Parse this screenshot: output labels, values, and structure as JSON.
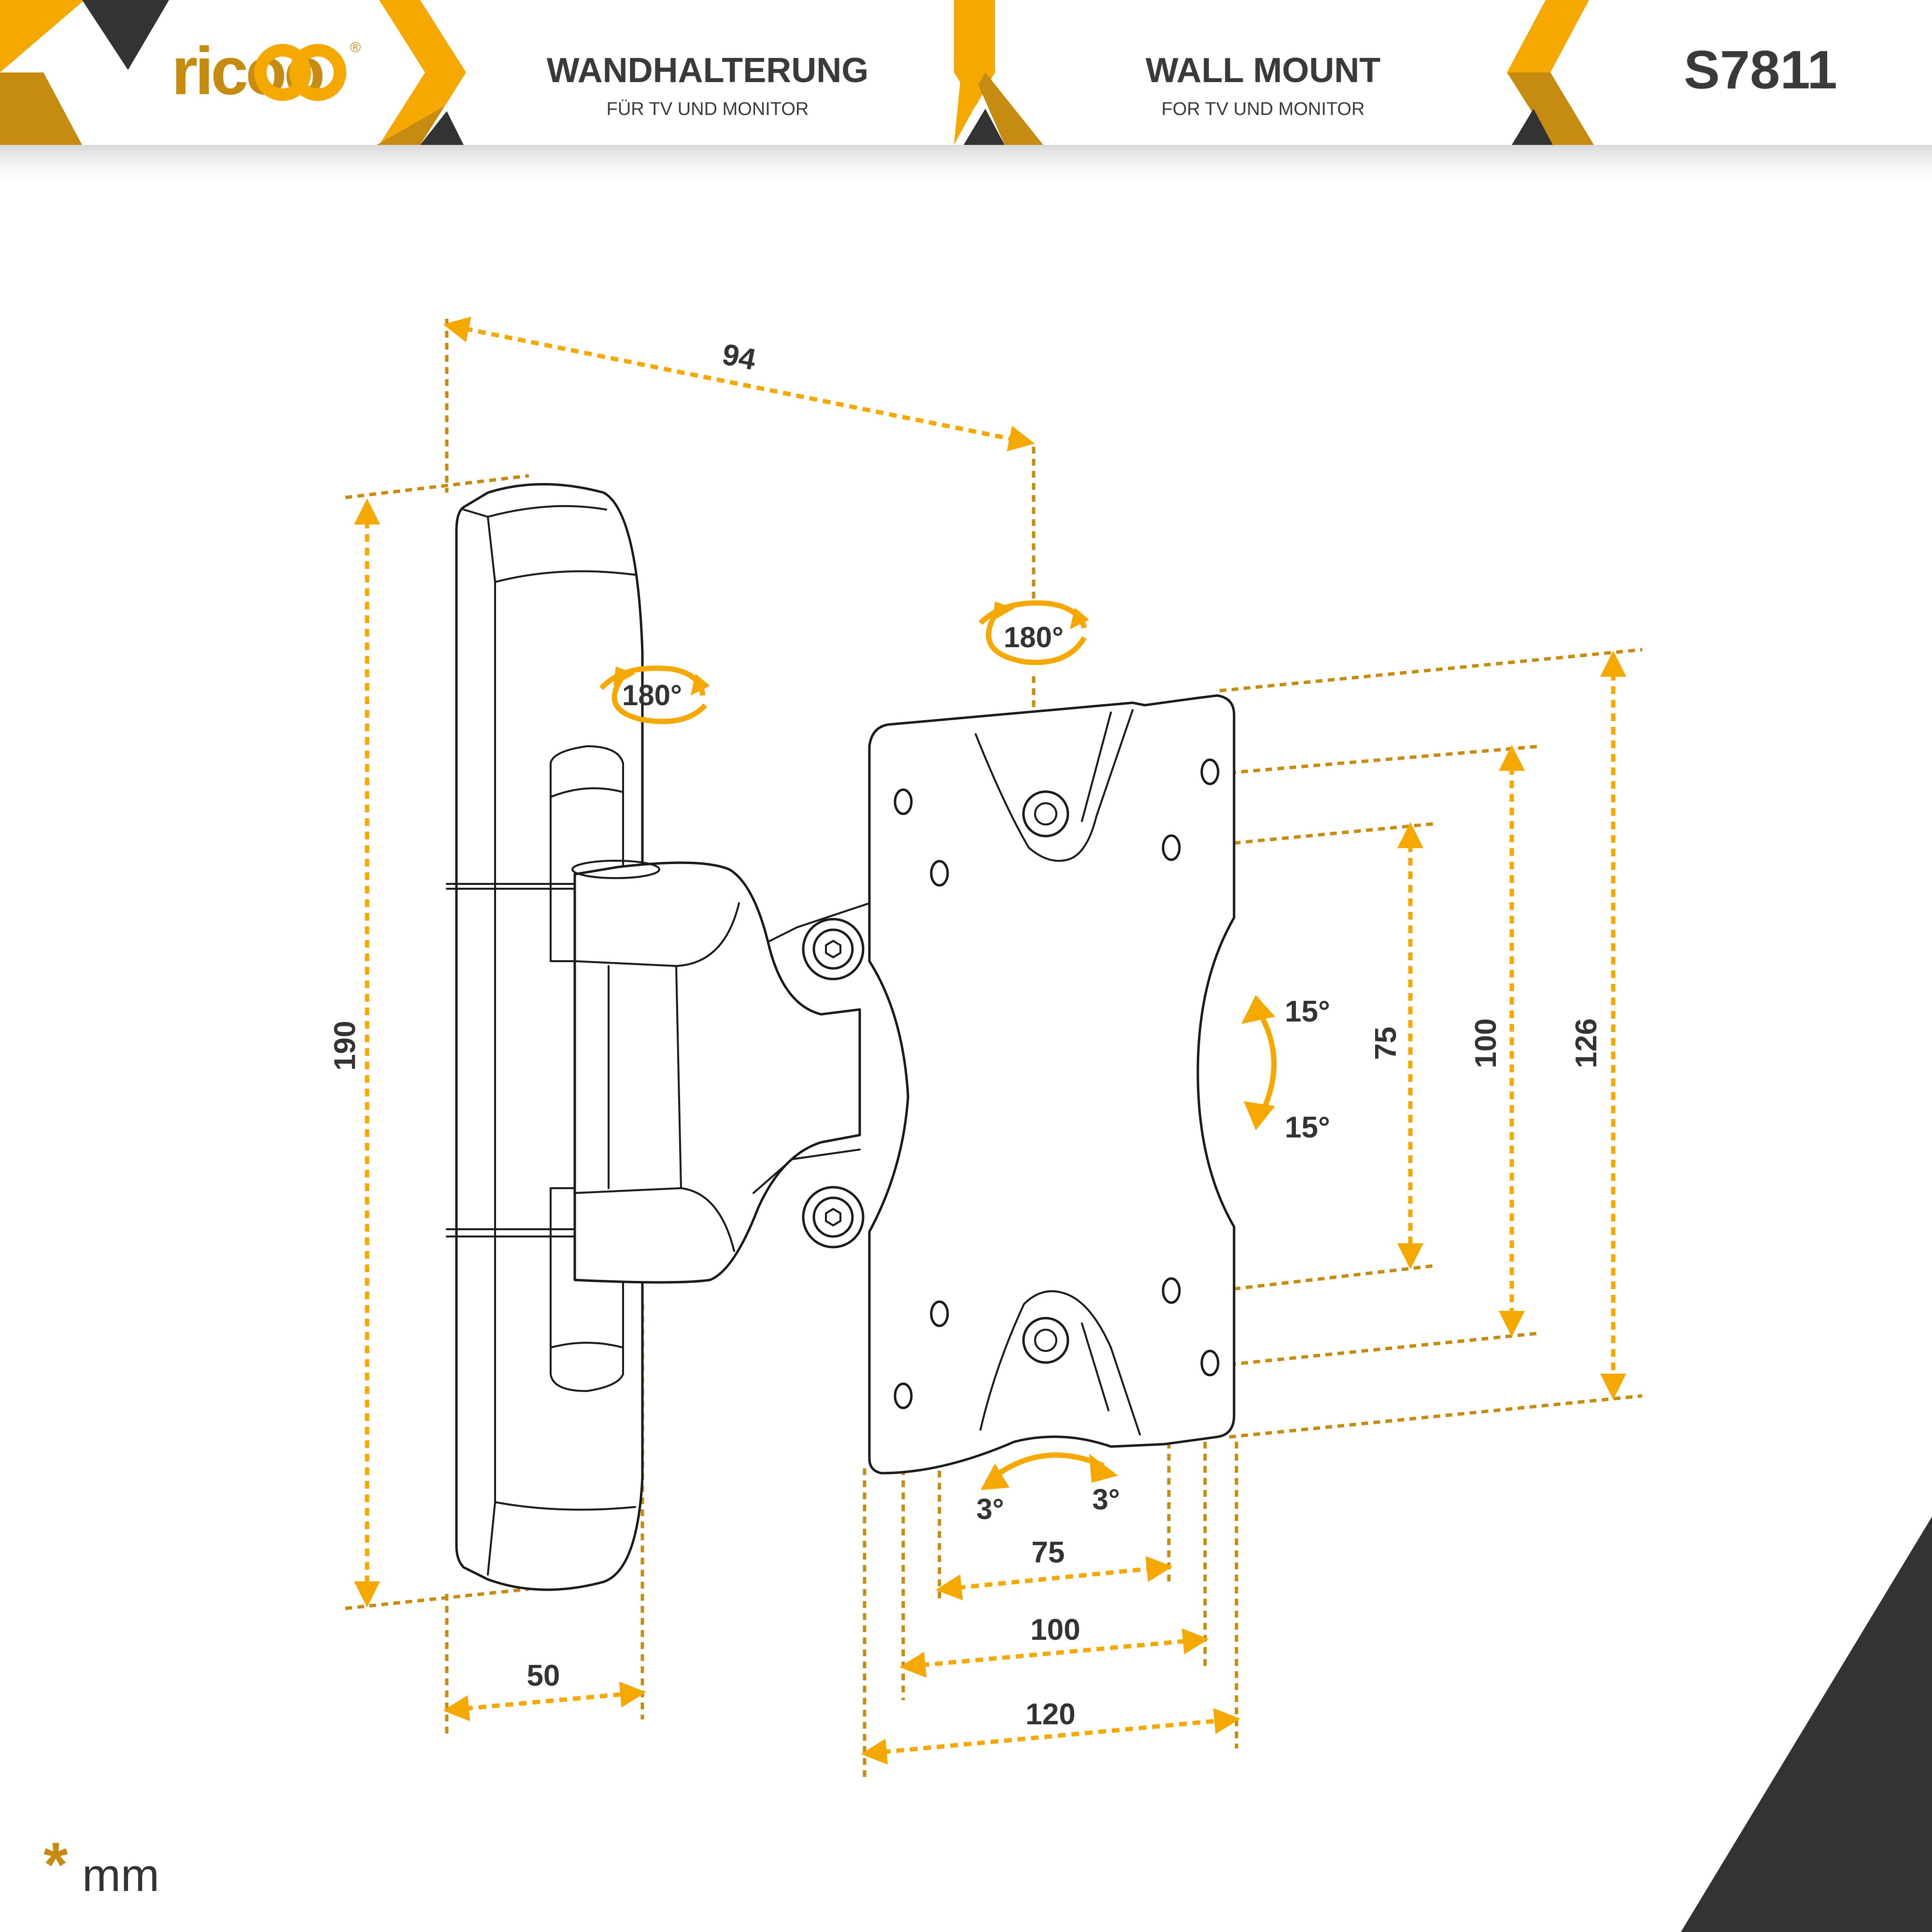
{
  "header": {
    "brand": "ricoo",
    "title_de": "WANDHALTERUNG",
    "subtitle_de": "FÜR TV UND MONITOR",
    "title_en": "WALL MOUNT",
    "subtitle_en": "FOR TV UND MONITOR",
    "model": "S7811"
  },
  "colors": {
    "accent": "#f5a800",
    "accent_dark": "#c68c12",
    "dark": "#333333",
    "line": "#1a1a1a"
  },
  "dimensions": {
    "depth": "94",
    "height": "190",
    "wall_plate_width": "50",
    "vesa_h_75": "75",
    "vesa_h_100": "100",
    "plate_width": "120",
    "vesa_v_75": "75",
    "vesa_v_100": "100",
    "plate_height": "126"
  },
  "rotations": {
    "swivel_wall": "180°",
    "swivel_arm": "180°",
    "tilt_up": "15°",
    "tilt_down": "15°",
    "rotate_left": "3°",
    "rotate_right": "3°"
  },
  "footer": {
    "asterisk": "*",
    "unit": "mm"
  }
}
